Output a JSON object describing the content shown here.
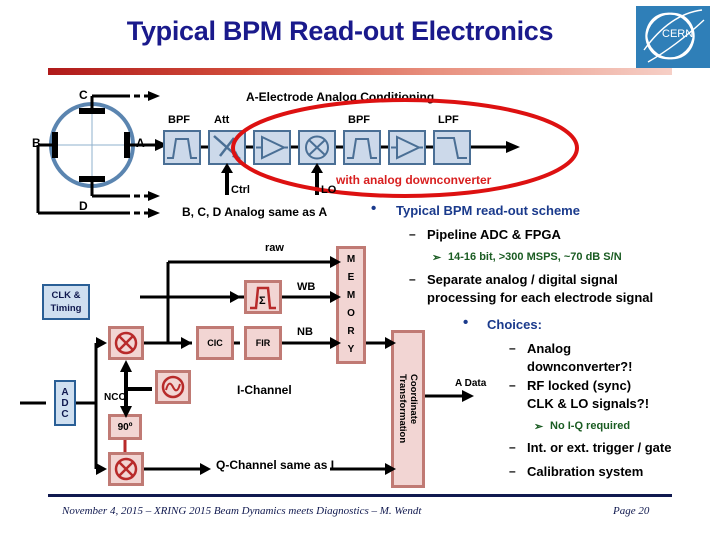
{
  "slide": {
    "title": "Typical BPM Read-out Electronics",
    "logo_text": "CERN"
  },
  "analog_section": {
    "heading": "A-Electrode Analog Conditioning",
    "ellipse_caption": "with analog downconverter",
    "note_bcd": "B, C, D Analog same as A",
    "electrodes": {
      "a": "A",
      "b": "B",
      "c": "C",
      "d": "D"
    },
    "chain_labels": {
      "bpf1": "BPF",
      "att": "Att",
      "ctrl": "Ctrl",
      "lo": "LO",
      "bpf2": "BPF",
      "lpf": "LPF"
    }
  },
  "digital_section": {
    "clk_line1": "CLK &",
    "clk_line2": "Timing",
    "adc": [
      "A",
      "D",
      "C"
    ],
    "nco": "NCO",
    "phase_shift": "90º",
    "cic": "CIC",
    "fir": "FIR",
    "sigma": "Σ",
    "raw": "raw",
    "wb": "WB",
    "nb": "NB",
    "memory": [
      "M",
      "E",
      "M",
      "O",
      "R",
      "Y"
    ],
    "coord_line1": "Coordinate",
    "coord_line2": "Transformation",
    "i_channel": "I-Channel",
    "q_channel": "Q-Channel same as I",
    "a_data": "A Data"
  },
  "bullets": {
    "b1": "Typical BPM read-out scheme",
    "b1s1": "Pipeline ADC & FPGA",
    "b1s1a": "14-16 bit, >300 MSPS, ~70 dB S/N",
    "b1s2_l1": "Separate analog / digital signal",
    "b1s2_l2": "processing for each electrode signal",
    "b2": "Choices:",
    "b2s1_l1": "Analog",
    "b2s1_l2": "downconverter?!",
    "b2s2_l1": "RF locked (sync)",
    "b2s2_l2": "CLK & LO signals?!",
    "b2s2a": "No I-Q required",
    "b2s3": "Int. or ext. trigger / gate",
    "b2s4": "Calibration system",
    "dash": "–",
    "arrow": "➢",
    "dot": "•"
  },
  "footer": {
    "left": "November 4, 2015 – XRING 2015 Beam Dynamics meets Diagnostics – M. Wendt",
    "right": "Page  20"
  },
  "colors": {
    "title_navy": "#1a1a8c",
    "accent_red": "#d81f1f",
    "green": "#1a5c22",
    "analog_fill": "#ccd9ea",
    "analog_stroke": "#4a6f95",
    "digital_fill": "#f2d5d3",
    "digital_stroke": "#c07a74",
    "cern_blue": "#2f7fb8"
  }
}
